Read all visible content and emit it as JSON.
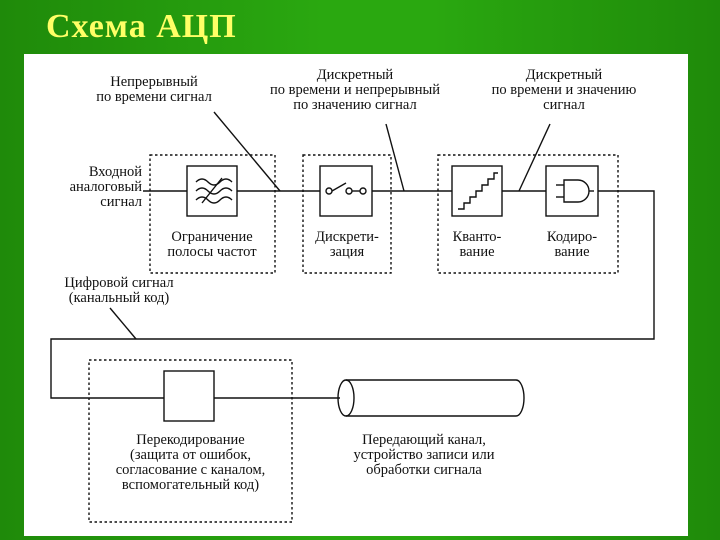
{
  "title": "Схема АЦП",
  "labels": {
    "continuous_time_signal": [
      "Непрерывный",
      "по времени сигнал"
    ],
    "discrete_time_cont_value": [
      "Дискретный",
      "по времени и непрерывный",
      "по значению сигнал"
    ],
    "discrete_time_and_value": [
      "Дискретный",
      "по времени и значению",
      "сигнал"
    ],
    "input_signal": [
      "Входной",
      "аналоговый",
      "сигнал"
    ],
    "digital_signal": [
      "Цифровой сигнал",
      "(канальный код)"
    ]
  },
  "blocks": {
    "band_limit": [
      "Ограничение",
      "полосы частот"
    ],
    "sampling": [
      "Дискрети-",
      "зация"
    ],
    "quantization": [
      "Кванто-",
      "вание"
    ],
    "coding": [
      "Кодиро-",
      "вание"
    ],
    "recoding": [
      "Перекодирование",
      "(защита от ошибок,",
      "согласование с каналом,",
      "вспомогательный код)"
    ],
    "channel": [
      "Передающий канал,",
      "устройство записи или",
      "обработки сигнала"
    ]
  },
  "icons": {
    "band_limit": "lowpass-filter-icon",
    "sampling": "sampling-switch-icon",
    "quantization": "staircase-icon",
    "coding": "and-gate-icon",
    "recoding": "square-block-icon",
    "channel": "cylinder-pipe-icon"
  }
}
